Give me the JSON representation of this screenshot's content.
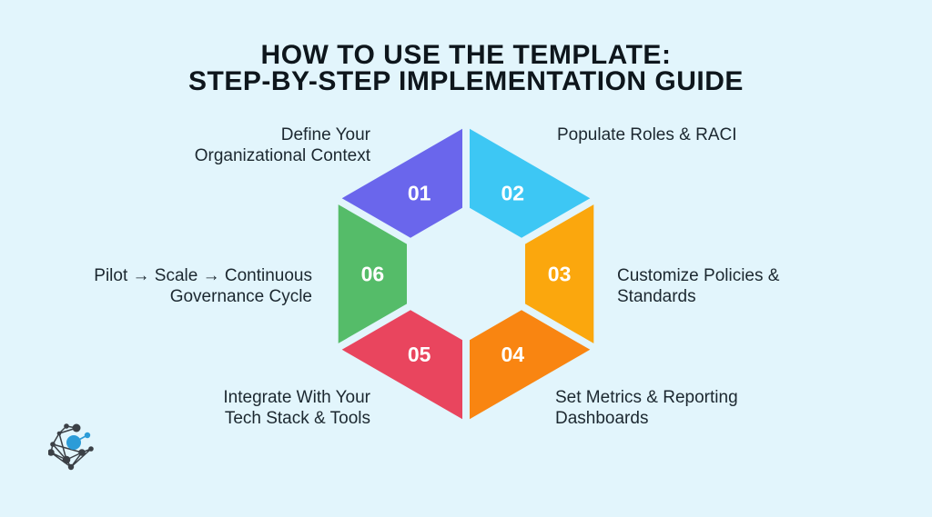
{
  "colors": {
    "background": "#E2F5FC",
    "title_text": "#0E161C",
    "label_text": "#1C2830",
    "number_text": "#FFFFFF",
    "logo_dark": "#3B4046",
    "logo_accent": "#2B9CD8"
  },
  "title": {
    "line1": "HOW TO USE THE TEMPLATE:",
    "line2": "STEP-BY-STEP IMPLEMENTATION GUIDE"
  },
  "diagram": {
    "type": "hexagon-cycle",
    "steps": [
      {
        "number": "01",
        "label": "Define Your\nOrganizational Context",
        "color": "#6A66EC"
      },
      {
        "number": "02",
        "label": "Populate Roles & RACI",
        "color": "#3DC7F4"
      },
      {
        "number": "03",
        "label": "Customize Policies &\nStandards",
        "color": "#FBA70D"
      },
      {
        "number": "04",
        "label": "Set Metrics & Reporting\nDashboards",
        "color": "#F98511"
      },
      {
        "number": "05",
        "label": "Integrate With Your\nTech Stack & Tools",
        "color": "#E9455E"
      },
      {
        "number": "06",
        "label": "Pilot → Scale → Continuous\nGovernance Cycle",
        "color": "#55BC69"
      }
    ]
  },
  "logo": {
    "icon": "network-logo-icon"
  }
}
